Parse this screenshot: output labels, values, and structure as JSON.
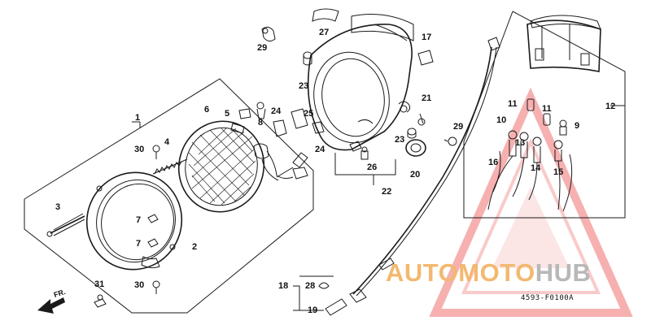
{
  "diagram": {
    "part_numbers": [
      "1",
      "2",
      "3",
      "4",
      "5",
      "6",
      "7",
      "7",
      "8",
      "9",
      "10",
      "11",
      "11",
      "12",
      "13",
      "14",
      "15",
      "16",
      "17",
      "18",
      "19",
      "20",
      "21",
      "22",
      "23",
      "23",
      "24",
      "24",
      "25",
      "26",
      "27",
      "28",
      "29",
      "29",
      "30",
      "30",
      "31"
    ],
    "drawing_code": "4593-F0100A",
    "direction_label": "FR.",
    "watermark": {
      "part1": "AUTOMOTO",
      "part2": "HUB",
      "color_primary": "#f3b870",
      "color_secondary": "#b8b8b8",
      "triangle_color": "#f08a8a"
    }
  }
}
